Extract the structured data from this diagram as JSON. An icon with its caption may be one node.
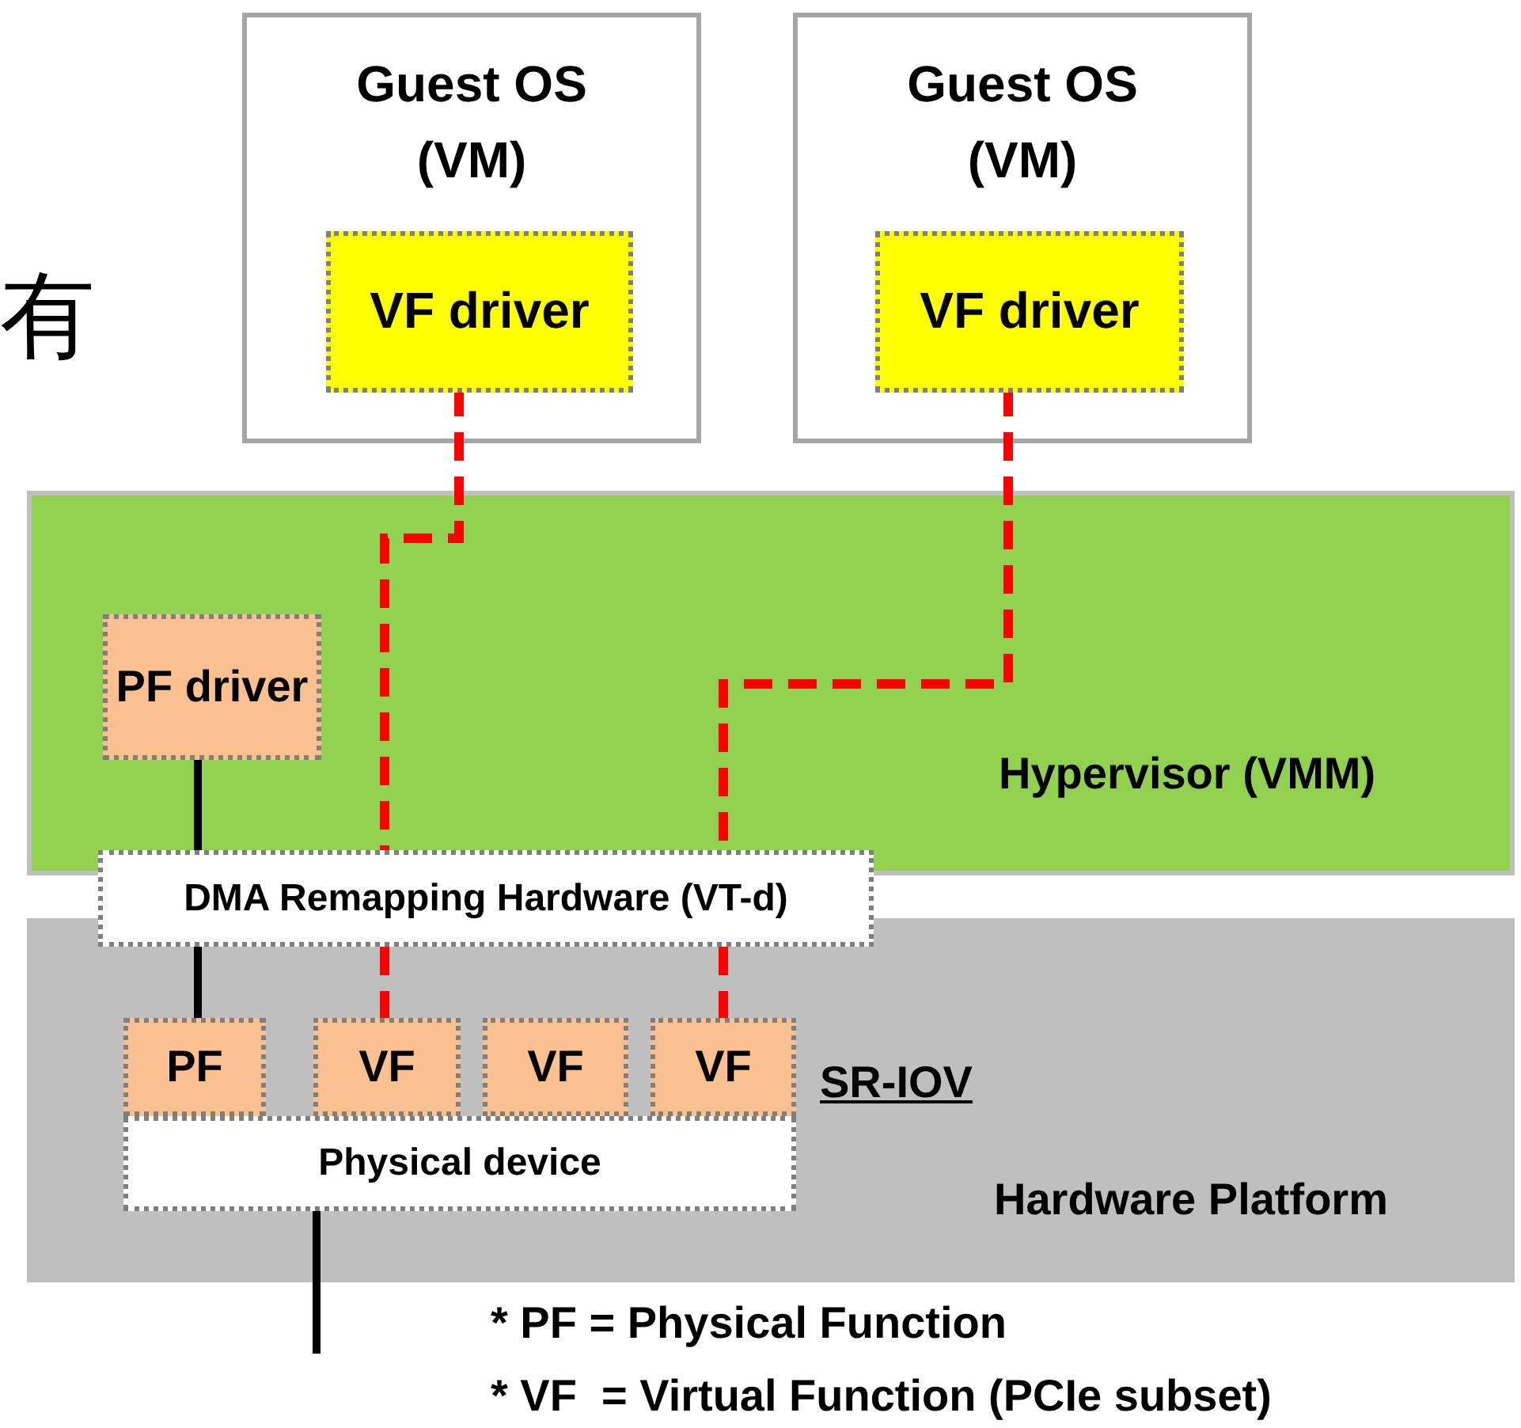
{
  "diagram": {
    "nodes": [
      {
        "text": [
          "Guest OS (VM)"
        ]
      },
      {
        "text": [
          "VF driver"
        ],
        "in": 0
      },
      {
        "text": [
          "Guest OS (VM)"
        ]
      },
      {
        "text": [
          "VF driver"
        ],
        "in": 2
      },
      {
        "text": [
          "Hypervisor (VMM)"
        ]
      },
      {
        "text": [
          "PF driver"
        ],
        "in": 4
      },
      {
        "text": [
          "DMA Remapping Hardware (VT-d)"
        ]
      },
      {
        "text": [
          "Hardware Platform"
        ]
      },
      {
        "text": [
          "PF"
        ],
        "in": 7
      },
      {
        "text": [
          "VF"
        ],
        "in": 7
      },
      {
        "text": [
          "VF"
        ],
        "in": 7
      },
      {
        "text": [
          "VF"
        ],
        "in": 7
      },
      {
        "text": [
          "Physical device"
        ],
        "in": 7
      }
    ],
    "edges": [
      {
        "from": 1,
        "to": 6,
        "arrow": "none",
        "style": "dashed",
        "color": "#ff0000"
      },
      {
        "from": 6,
        "to": 9,
        "arrow": "none",
        "style": "dashed",
        "color": "#ff0000"
      },
      {
        "from": 3,
        "to": 6,
        "arrow": "none",
        "style": "dashed",
        "color": "#ff0000"
      },
      {
        "from": 6,
        "to": 11,
        "arrow": "none",
        "style": "dashed",
        "color": "#ff0000"
      },
      {
        "from": 5,
        "to": 6,
        "arrow": "none",
        "color": "#000000"
      },
      {
        "from": 6,
        "to": 8,
        "arrow": "none",
        "color": "#000000"
      },
      {
        "from": 12,
        "to": null,
        "arrow": "none",
        "color": "#000000"
      }
    ],
    "labels": [
      "有",
      "SR-IOV",
      "* PF = Physical Function",
      "* VF  = Virtual Function (PCIe subset)"
    ]
  }
}
